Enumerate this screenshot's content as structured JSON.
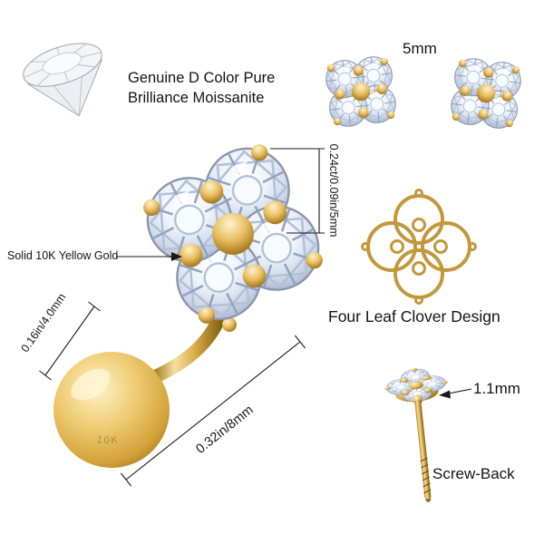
{
  "product": {
    "quality_line1": "Genuine D Color Pure",
    "quality_line2": "Brilliance Moissanite",
    "stud_size_label": "5mm",
    "stone_dimension_label": "0.24ct/0.09in/5mm",
    "material_label": "Solid 10K Yellow Gold",
    "ball_dimension_label": "0.16in/4.0mm",
    "total_length_label": "0.32in/8mm",
    "design_label": "Four Leaf Clover Design",
    "post_diameter_label": "1.1mm",
    "back_type_label": "Screw-Back",
    "ball_stamp": "10K"
  },
  "icons": [
    {
      "name": "diamond-gem-icon"
    },
    {
      "name": "clover-outline-icon"
    }
  ],
  "colors": {
    "gold": "#d9ab46",
    "gold_light": "#fdf3cd",
    "gold_dark": "#8d6410",
    "moissanite_light": "#eef3fa",
    "moissanite_shade": "#9cabc8",
    "annotation_line": "#1a1a1a",
    "background": "#ffffff"
  }
}
